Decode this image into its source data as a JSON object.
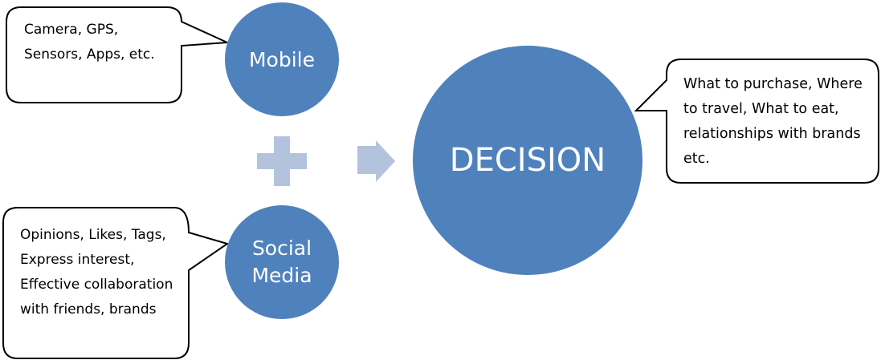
{
  "colors": {
    "circle": "#4F81BD",
    "connector": "#B3C3DE",
    "callout_border": "#000000"
  },
  "nodes": {
    "mobile": "Mobile",
    "social_media": "Social Media",
    "decision": "DECISION"
  },
  "callouts": {
    "mobile": "Camera, GPS, Sensors, Apps, etc.",
    "social_media": "Opinions, Likes, Tags, Express interest, Effective collaboration with friends, brands",
    "decision": "What to purchase, Where to travel, What to eat, relationships with brands etc."
  }
}
